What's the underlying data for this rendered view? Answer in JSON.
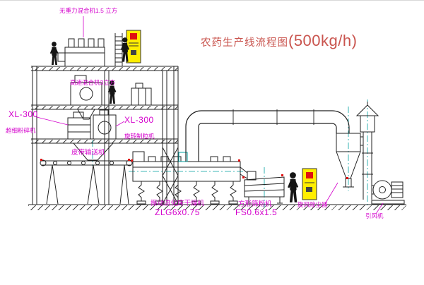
{
  "title": {
    "name": "农药生产线流程图",
    "capacity": "(500kg/h)"
  },
  "equipment_labels": {
    "top_mixer": "无重力混合机1.5 立方",
    "high_speed_mixer": "高速混合机3立方",
    "xl300_left_model": "XL-300",
    "xl300_left_name": "超细粉碎机",
    "xl300_right_model": "XL-300",
    "xl300_right_name": "旋转制粒机",
    "belt_conveyor": "皮带输送机",
    "dryer_name": "振动流化床干燥机",
    "dryer_model": "ZLG6x0.75",
    "sieve_name": "方形筛粉机",
    "sieve_model": "FS0.6x1.5",
    "cyclone": "旋风除尘器",
    "fan": "引风机"
  },
  "colors": {
    "label_magenta": "#d400cc",
    "title_red": "#c9544e",
    "cabinet_yellow": "#ffee00",
    "marker_red": "#e01010",
    "line_black": "#222222",
    "centerline_cyan": "#00a0a0",
    "background": "#ffffff"
  },
  "icons": {
    "workers": "worker-silhouette-figure",
    "cabinets": "electric-control-cabinet"
  }
}
